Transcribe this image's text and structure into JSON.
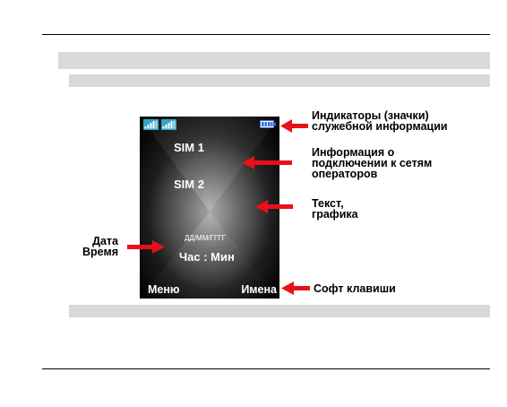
{
  "phone_screen": {
    "sim1": "SIM 1",
    "sim2": "SIM 2",
    "date": "ДД/ММ/ГГГГ",
    "time": "Час : Мин",
    "soft_left": "Меню",
    "soft_right": "Имена"
  },
  "callouts": {
    "indicators": [
      "Индикаторы (значки)",
      "служебной информации"
    ],
    "operators": [
      "Информация о",
      "подключении к сетям",
      "операторов"
    ],
    "text_graphics": [
      "Текст,",
      "графика"
    ],
    "date_time": [
      "Дата",
      "Время"
    ],
    "soft_keys": "Софт клавиши"
  },
  "colors": {
    "arrow": "#e8101a",
    "band": "#d9d9d9",
    "signal_icon": "#35a4c9",
    "battery_icon": "#3b6fd8"
  }
}
